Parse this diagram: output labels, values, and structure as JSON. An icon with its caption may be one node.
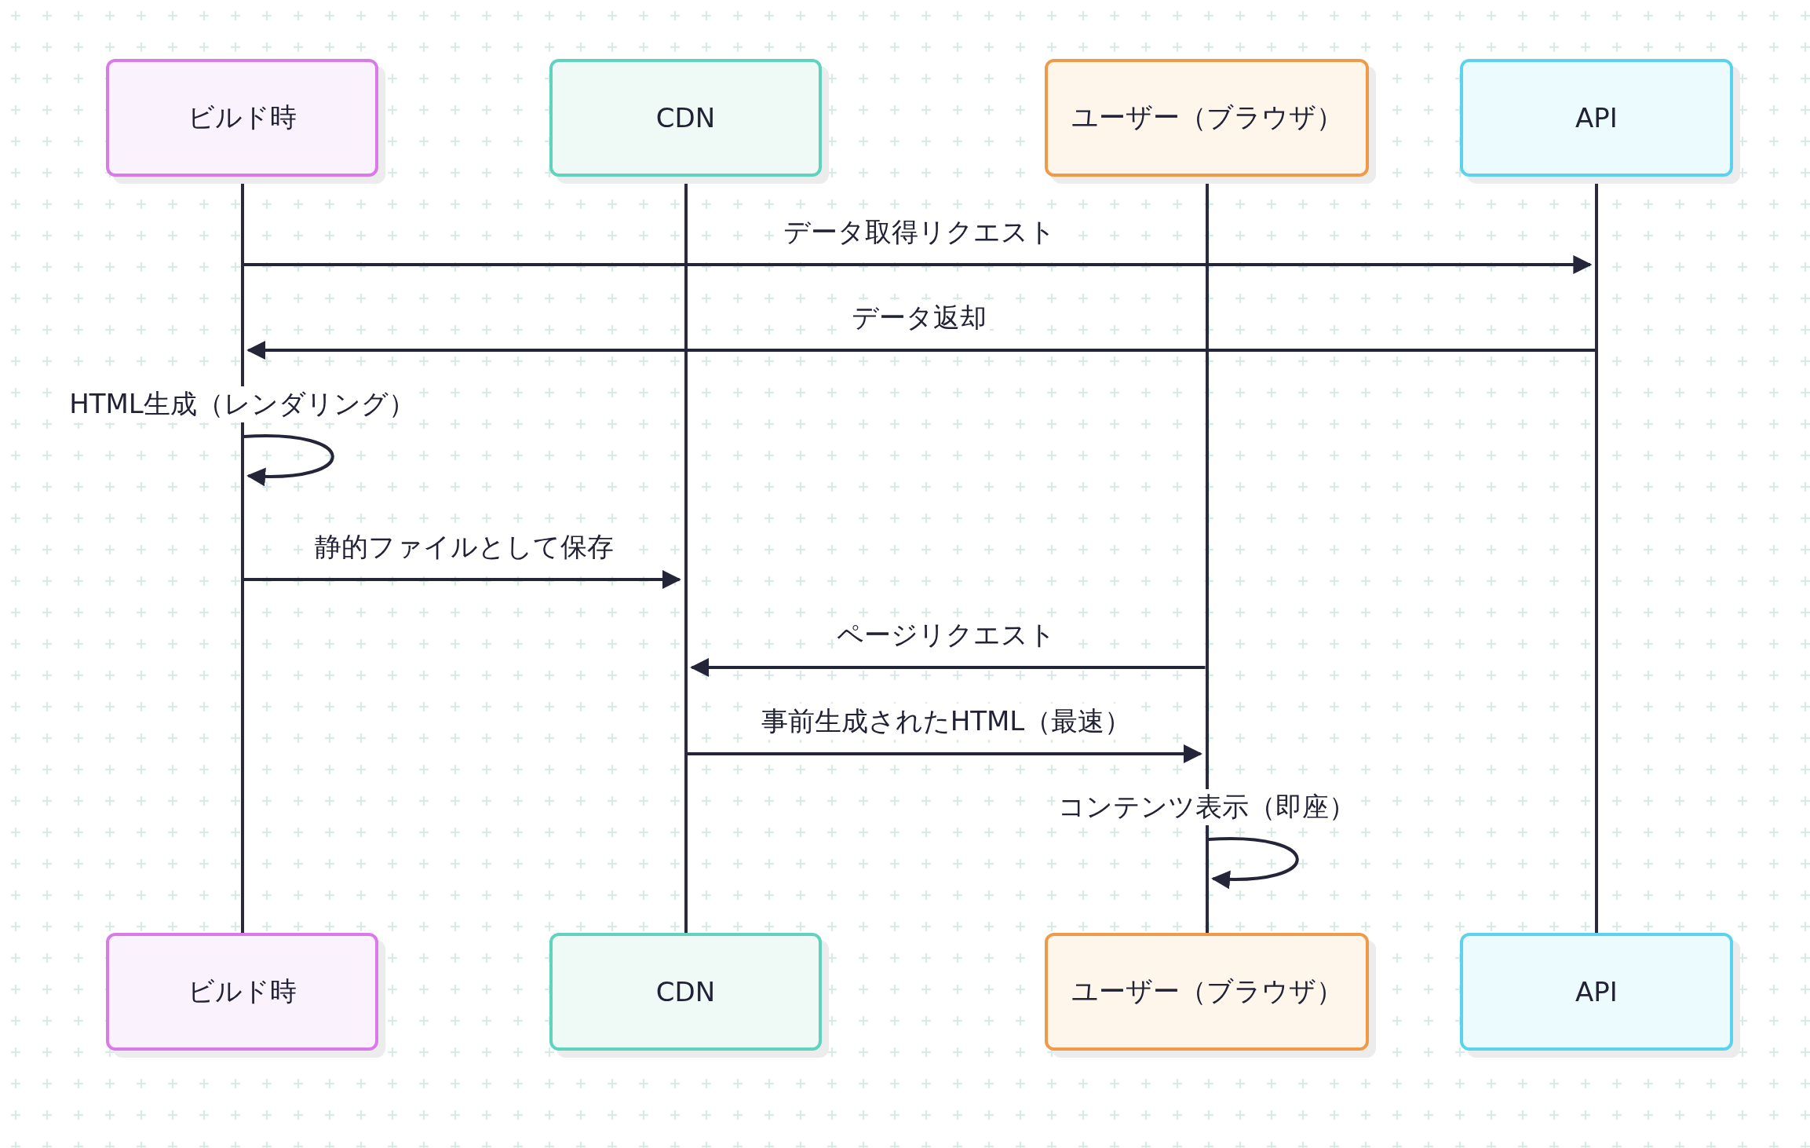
{
  "diagram": {
    "nodes": [
      {
        "text": [
          "ビルド時"
        ]
      },
      {
        "text": [
          "CDN"
        ]
      },
      {
        "text": [
          "ユーザー（ブラウザ）"
        ]
      },
      {
        "text": [
          "API"
        ]
      },
      {
        "text": [],
        "shape": "bar"
      },
      {
        "text": [],
        "shape": "bar"
      },
      {
        "text": [],
        "shape": "bar"
      },
      {
        "text": [],
        "shape": "bar"
      },
      {
        "text": [
          "ビルド時"
        ]
      },
      {
        "text": [
          "CDN"
        ]
      },
      {
        "text": [
          "ユーザー（ブラウザ）"
        ]
      },
      {
        "text": [
          "API"
        ]
      }
    ],
    "edges": [
      {
        "from": 4,
        "to": 7,
        "arrow": "to",
        "label": "データ取得リクエスト"
      },
      {
        "from": 7,
        "to": 4,
        "arrow": "to",
        "label": "データ返却"
      },
      {
        "from": 4,
        "to": 4,
        "arrow": "to",
        "label": "HTML生成（レンダリング）"
      },
      {
        "from": 4,
        "to": 5,
        "arrow": "to",
        "label": "静的ファイルとして保存"
      },
      {
        "from": 6,
        "to": 5,
        "arrow": "to",
        "label": "ページリクエスト"
      },
      {
        "from": 5,
        "to": 6,
        "arrow": "to",
        "label": "事前生成されたHTML（最速）"
      },
      {
        "from": 6,
        "to": 6,
        "arrow": "to",
        "label": "コンテンツ表示（即座）"
      }
    ]
  }
}
